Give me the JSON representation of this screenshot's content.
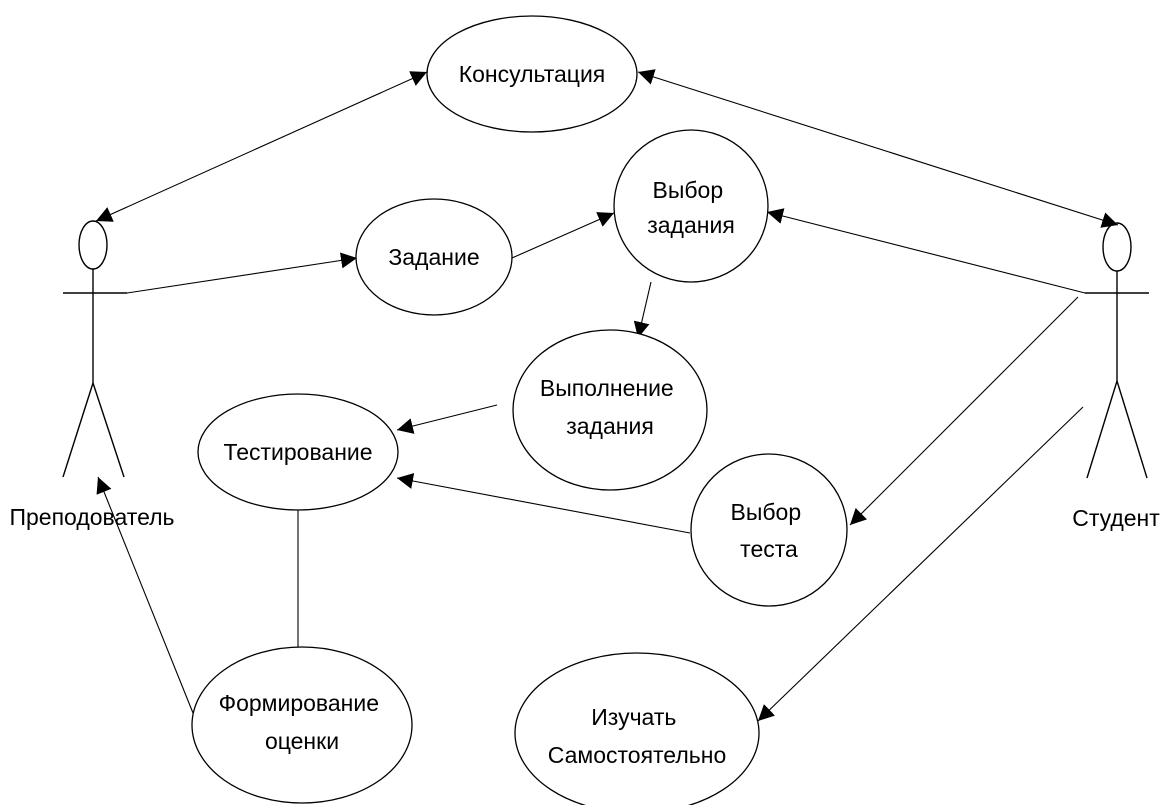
{
  "actors": {
    "teacher": "Преподователь",
    "student": "Студент"
  },
  "use_cases": {
    "consultation": [
      "Консультация"
    ],
    "task": [
      "Задание"
    ],
    "task_choice": [
      "Выбор",
      "задания"
    ],
    "task_execution": [
      "Выполнение",
      "задания"
    ],
    "testing": [
      "Тестирование"
    ],
    "test_choice": [
      "Выбор",
      "теста"
    ],
    "grading": [
      "Формирование",
      "оценки"
    ],
    "self_study": [
      "Изучать",
      "Самостоятельно"
    ]
  }
}
